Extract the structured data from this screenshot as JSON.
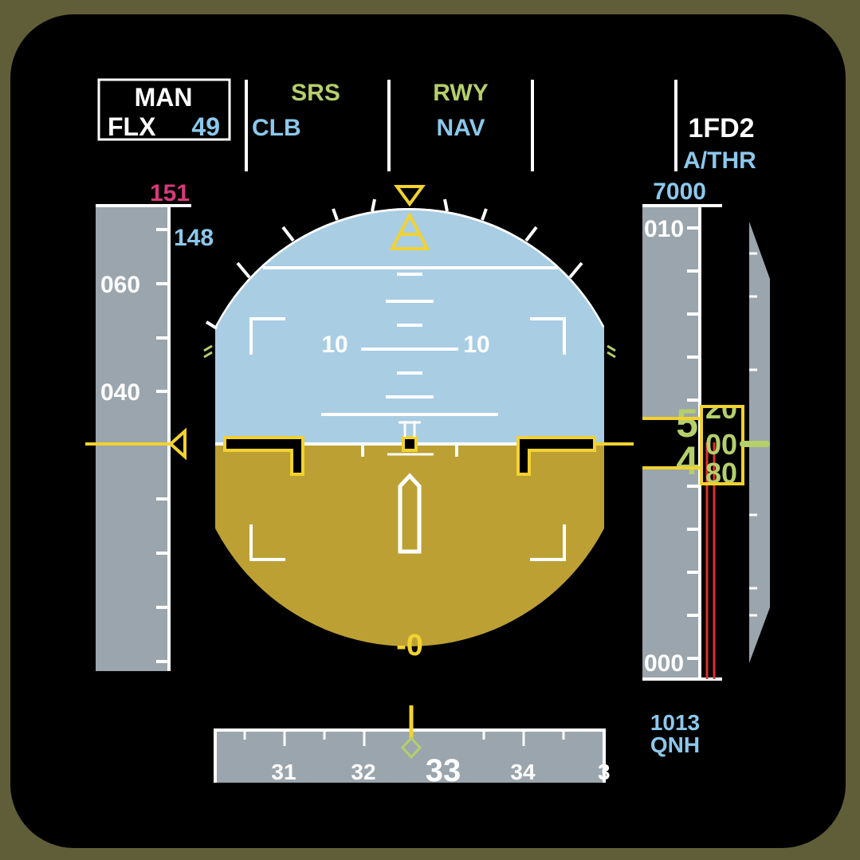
{
  "colors": {
    "frame": "#5f5e38",
    "sky": "#a9cde3",
    "ground": "#bca034",
    "tape": "#9aa5ad",
    "yellow": "#f2d230",
    "green": "#b5cf6b",
    "cyan": "#8cc8ec",
    "magenta": "#d63a7a",
    "red": "#e0302a"
  },
  "fma": {
    "thrust_top": "MAN",
    "thrust_mode": "FLX",
    "flex_temp": "49",
    "thrust_armed": "CLB",
    "vertical_mode": "SRS",
    "lateral_mode": "RWY",
    "lateral_armed": "NAV",
    "fd_status": "1FD2",
    "athr_status": "A/THR"
  },
  "speed": {
    "max_speed": "151",
    "selected_speed": "148",
    "labels": [
      "060",
      "040"
    ]
  },
  "attitude": {
    "pitch_label_left": "10",
    "pitch_label_right": "10",
    "radio_altitude": "-0"
  },
  "altitude": {
    "selected_altitude": "7000",
    "labels": [
      "010",
      "000"
    ],
    "readout_big_upper": "5",
    "readout_big_lower": "4",
    "readout_drum": [
      "20",
      "00",
      "80"
    ],
    "baro_setting": "1013",
    "baro_mode": "QNH"
  },
  "heading": {
    "labels": [
      "31",
      "32",
      "33",
      "34",
      "3"
    ]
  }
}
